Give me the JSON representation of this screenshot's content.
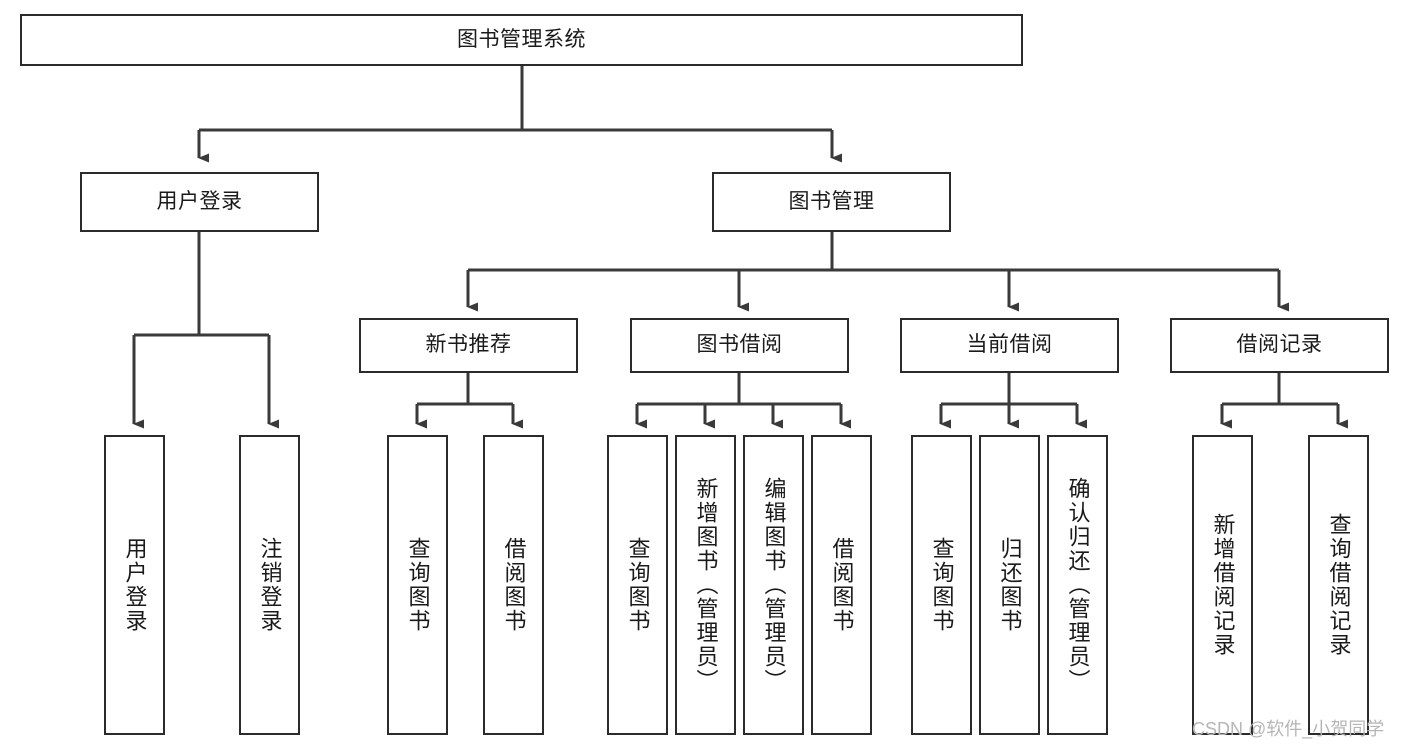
{
  "diagram": {
    "type": "tree-hierarchy",
    "title_node": "图书管理系统",
    "watermark": "CSDN @软件_小贺同学",
    "colors": {
      "box_border": "#2b2b2b",
      "box_fill": "#ffffff",
      "connector": "#3a3a3a",
      "text": "#1a1a1a",
      "watermark": "#b6b6b6",
      "background": "#ffffff"
    },
    "nodes": {
      "root": {
        "label": "图书管理系统"
      },
      "level2": [
        {
          "id": "user-login",
          "label": "用户登录"
        },
        {
          "id": "book-management",
          "label": "图书管理"
        }
      ],
      "level3": [
        {
          "id": "new-book-recommend",
          "label": "新书推荐"
        },
        {
          "id": "book-borrow",
          "label": "图书借阅"
        },
        {
          "id": "current-borrow",
          "label": "当前借阅"
        },
        {
          "id": "borrow-record",
          "label": "借阅记录"
        }
      ],
      "leaves": {
        "user_login": [
          {
            "id": "leaf-user-login",
            "label": "用户登录"
          },
          {
            "id": "leaf-logout",
            "label": "注销登录"
          }
        ],
        "new_book_recommend": [
          {
            "id": "leaf-query-book-1",
            "label": "查询图书"
          },
          {
            "id": "leaf-borrow-book-1",
            "label": "借阅图书"
          }
        ],
        "book_borrow": [
          {
            "id": "leaf-query-book-2",
            "label": "查询图书"
          },
          {
            "id": "leaf-add-book",
            "label": "新增图书（管理员）"
          },
          {
            "id": "leaf-edit-book",
            "label": "编辑图书（管理员）"
          },
          {
            "id": "leaf-borrow-book-2",
            "label": "借阅图书"
          }
        ],
        "current_borrow": [
          {
            "id": "leaf-query-book-3",
            "label": "查询图书"
          },
          {
            "id": "leaf-return-book",
            "label": "归还图书"
          },
          {
            "id": "leaf-confirm-return",
            "label": "确认归还（管理员）"
          }
        ],
        "borrow_record": [
          {
            "id": "leaf-add-record",
            "label": "新增借阅记录"
          },
          {
            "id": "leaf-query-record",
            "label": "查询借阅记录"
          }
        ]
      }
    }
  }
}
